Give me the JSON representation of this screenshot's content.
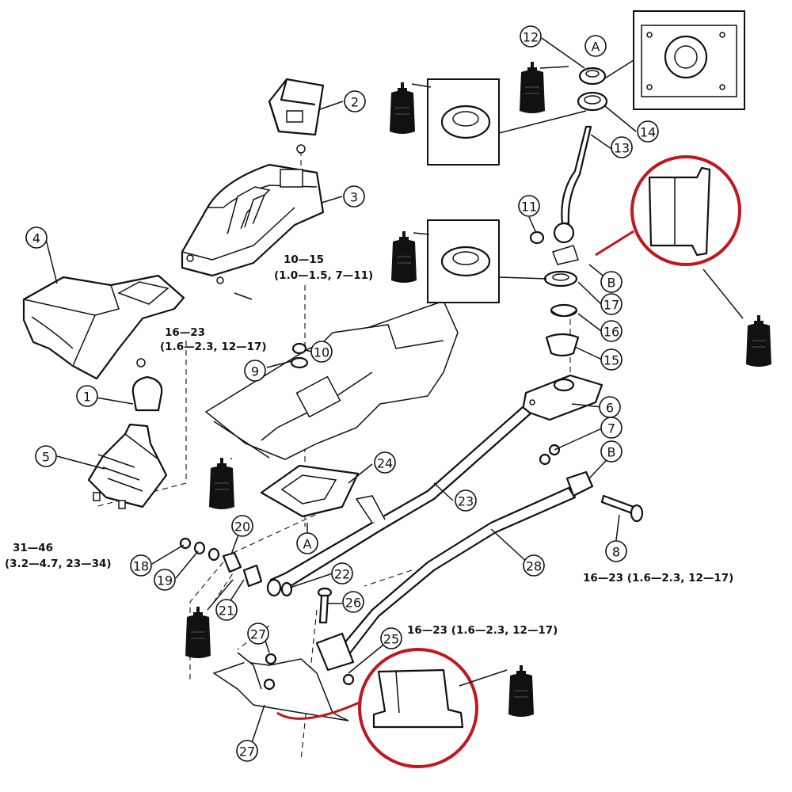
{
  "callouts": [
    {
      "label": "1"
    },
    {
      "label": "2"
    },
    {
      "label": "3"
    },
    {
      "label": "4"
    },
    {
      "label": "5"
    },
    {
      "label": "6"
    },
    {
      "label": "7"
    },
    {
      "label": "8"
    },
    {
      "label": "9"
    },
    {
      "label": "10"
    },
    {
      "label": "11"
    },
    {
      "label": "12"
    },
    {
      "label": "13"
    },
    {
      "label": "14"
    },
    {
      "label": "15"
    },
    {
      "label": "16"
    },
    {
      "label": "17"
    },
    {
      "label": "18"
    },
    {
      "label": "19"
    },
    {
      "label": "20"
    },
    {
      "label": "21"
    },
    {
      "label": "22"
    },
    {
      "label": "23"
    },
    {
      "label": "24"
    },
    {
      "label": "25"
    },
    {
      "label": "26"
    },
    {
      "label": "27"
    },
    {
      "label": "27"
    },
    {
      "label": "28"
    },
    {
      "label": "A"
    },
    {
      "label": "A"
    },
    {
      "label": "B"
    },
    {
      "label": "B"
    }
  ],
  "torque_specs": {
    "console_bolt": {
      "line1": "10—15",
      "line2": "(1.0—1.5, 7—11)"
    },
    "console_nut": {
      "line1": "16—23",
      "line2": "(1.6—2.3, 12—17)"
    },
    "lever_bolt": {
      "line1": "31—46",
      "line2": "(3.2—4.7, 23—34)"
    },
    "rod_bolt": {
      "line1": "16—23 (1.6—2.3, 12—17)"
    },
    "bracket_nut": {
      "line1": "16—23 (1.6—2.3, 12—17)"
    }
  },
  "icons": [
    "grease-tube-icon"
  ],
  "colors": {
    "highlight": "#c0171d",
    "ink": "#111111"
  }
}
